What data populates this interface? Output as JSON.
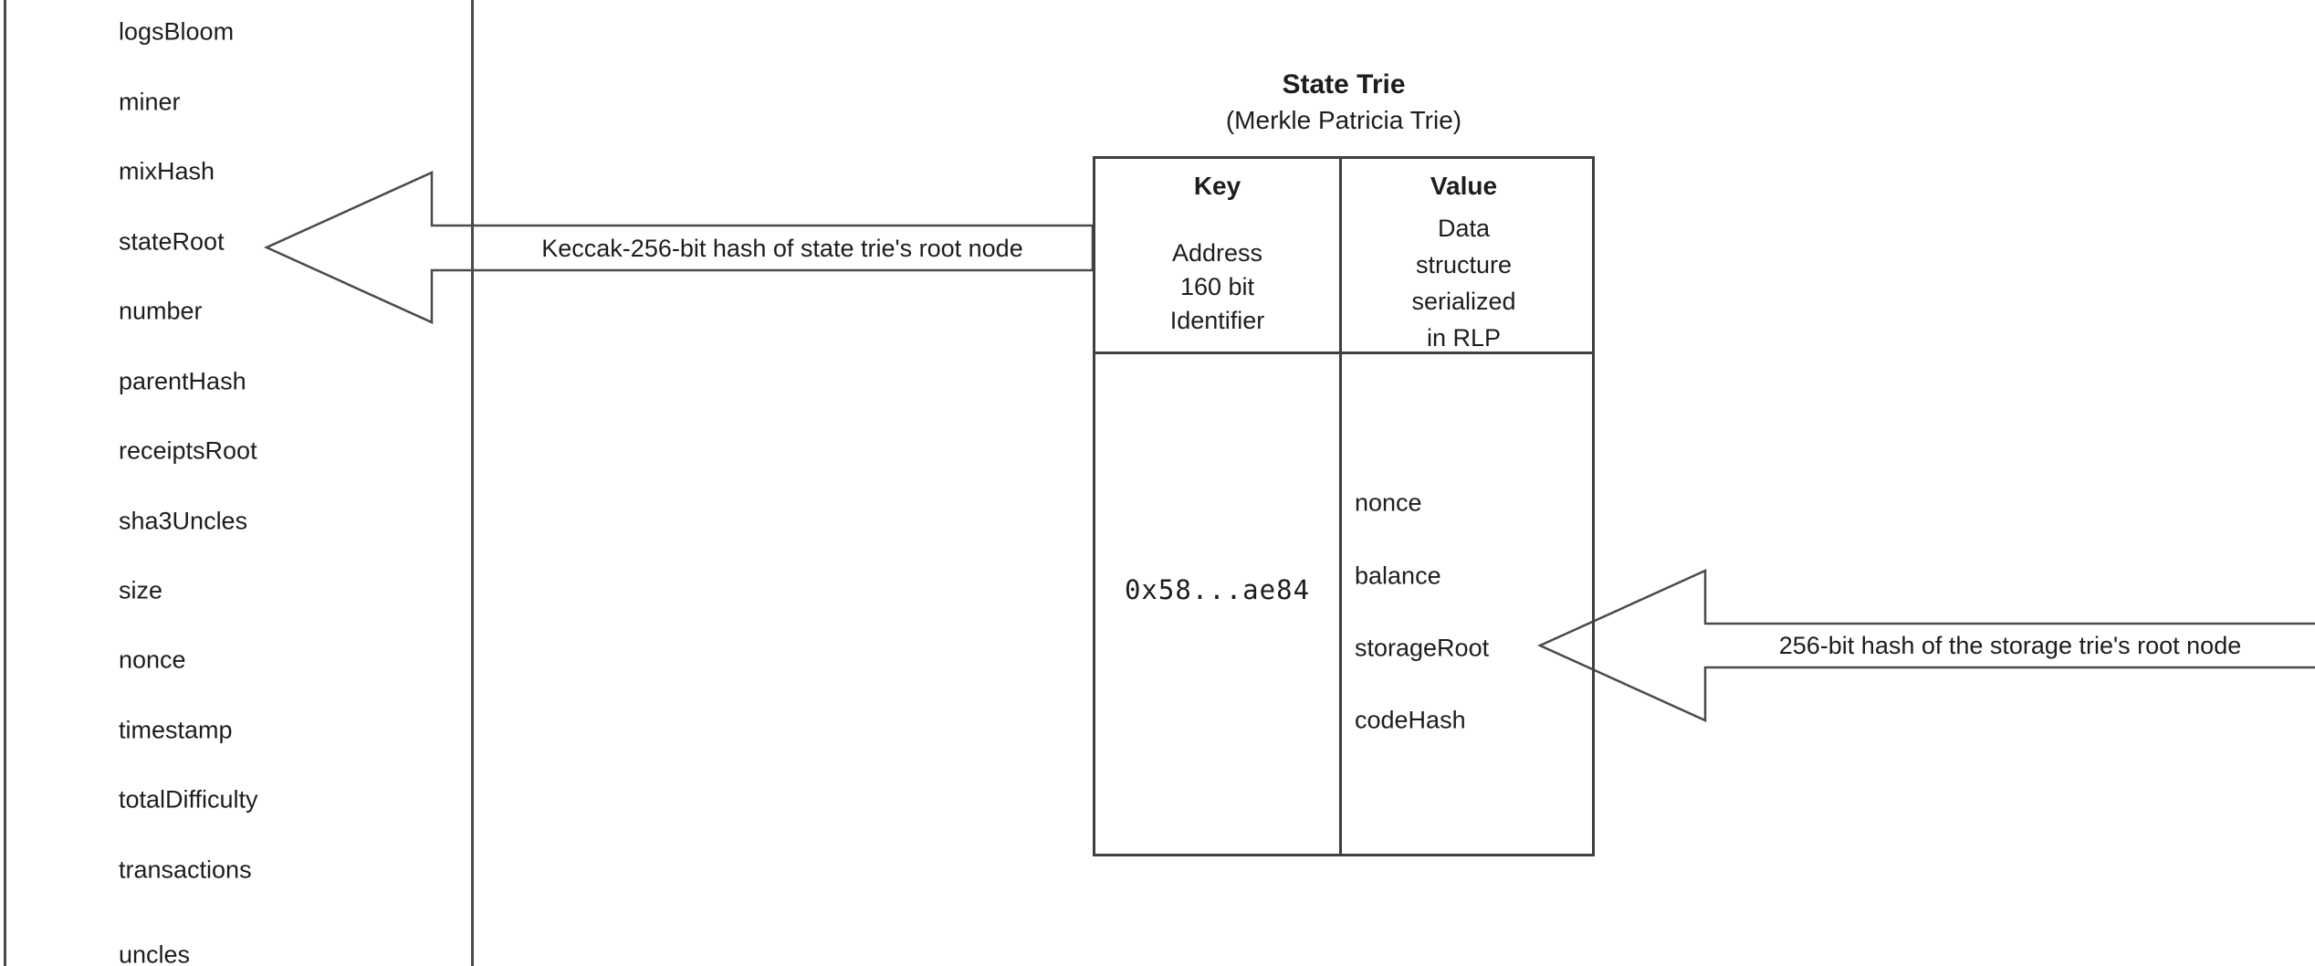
{
  "block_fields": [
    "logsBloom",
    "miner",
    "mixHash",
    "stateRoot",
    "number",
    "parentHash",
    "receiptsRoot",
    "sha3Uncles",
    "size",
    "nonce",
    "timestamp",
    "totalDifficulty",
    "transactions",
    "uncles"
  ],
  "state_trie": {
    "title": "State Trie",
    "subtitle": "(Merkle Patricia Trie)",
    "key_header": "Key",
    "value_header": "Value",
    "key_description_lines": [
      "Address",
      "160 bit",
      "Identifier"
    ],
    "value_description_lines": [
      "Data",
      "structure",
      "serialized",
      "in RLP"
    ],
    "row": {
      "key": "0x58...ae84",
      "values": [
        "nonce",
        "balance",
        "storageRoot",
        "codeHash"
      ]
    }
  },
  "annotations": {
    "state_root_arrow_label": "Keccak-256-bit hash of state trie's root node",
    "storage_root_arrow_label": "256-bit hash of the storage trie's root node"
  },
  "colors": {
    "background": "#ffffff",
    "line": "#4a4a4a",
    "table_border": "#3f3f3f",
    "text": "#1d1d1d",
    "arrow_fill": "#ffffff"
  }
}
